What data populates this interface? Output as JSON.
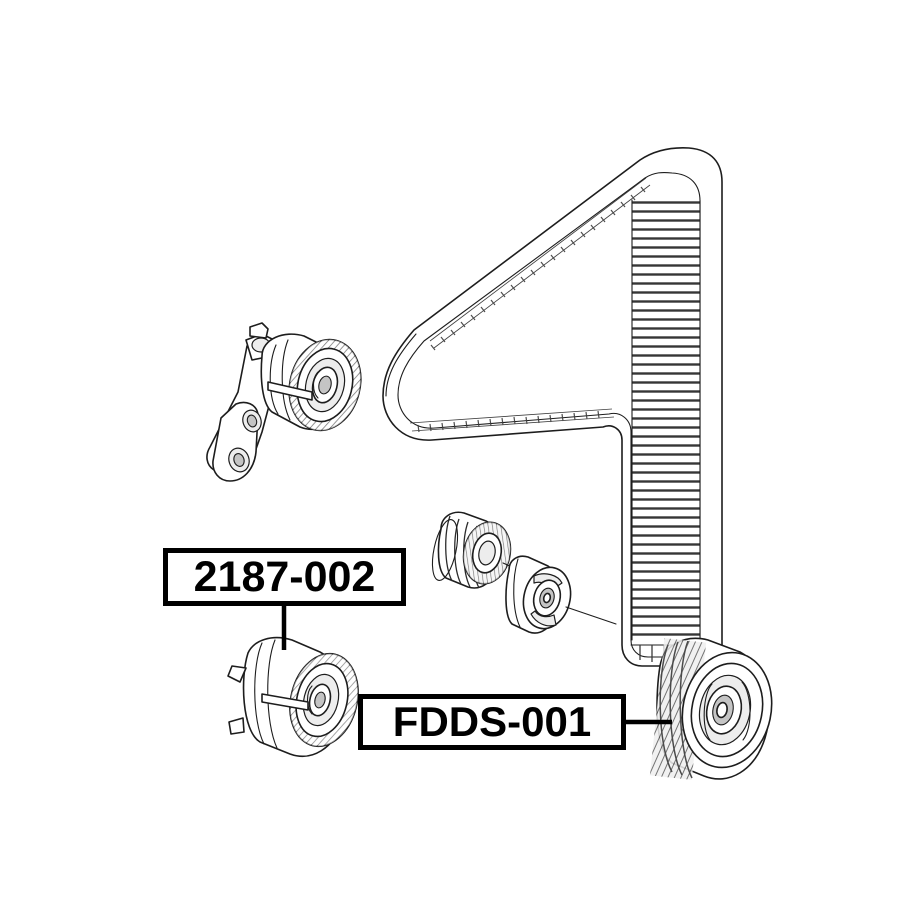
{
  "diagram": {
    "title": "Timing Belt Kit Exploded Parts Diagram",
    "background_color": "#ffffff",
    "line_color": "#1a1a1a",
    "labels": [
      {
        "id": "2187-002",
        "text": "2187-002",
        "points_to": "tensioner-pulley-lower-left",
        "leader": "down"
      },
      {
        "id": "FDDS-001",
        "text": "FDDS-001",
        "points_to": "ribbed-idler-pulley-lower-right",
        "leader": "right"
      }
    ],
    "parts": [
      {
        "name": "belt-tensioner-assembly-with-bracket",
        "description": "Timing belt tensioner assembly mounted on cast bracket arm",
        "position": "upper-left"
      },
      {
        "name": "timing-belt",
        "description": "Toothed timing belt routed in a triangular loop",
        "position": "upper-right"
      },
      {
        "name": "toothed-sprocket",
        "description": "Small toothed sprocket / gear wheel",
        "position": "center"
      },
      {
        "name": "flanged-hub",
        "description": "Flanged hub bearing with bolt holes",
        "position": "center-right"
      },
      {
        "name": "tensioner-pulley",
        "description": "Smooth tensioner pulley with eccentric hub",
        "position": "lower-left"
      },
      {
        "name": "ribbed-idler-pulley",
        "description": "Multi-ribbed idler / deflection pulley",
        "position": "lower-right"
      }
    ]
  }
}
